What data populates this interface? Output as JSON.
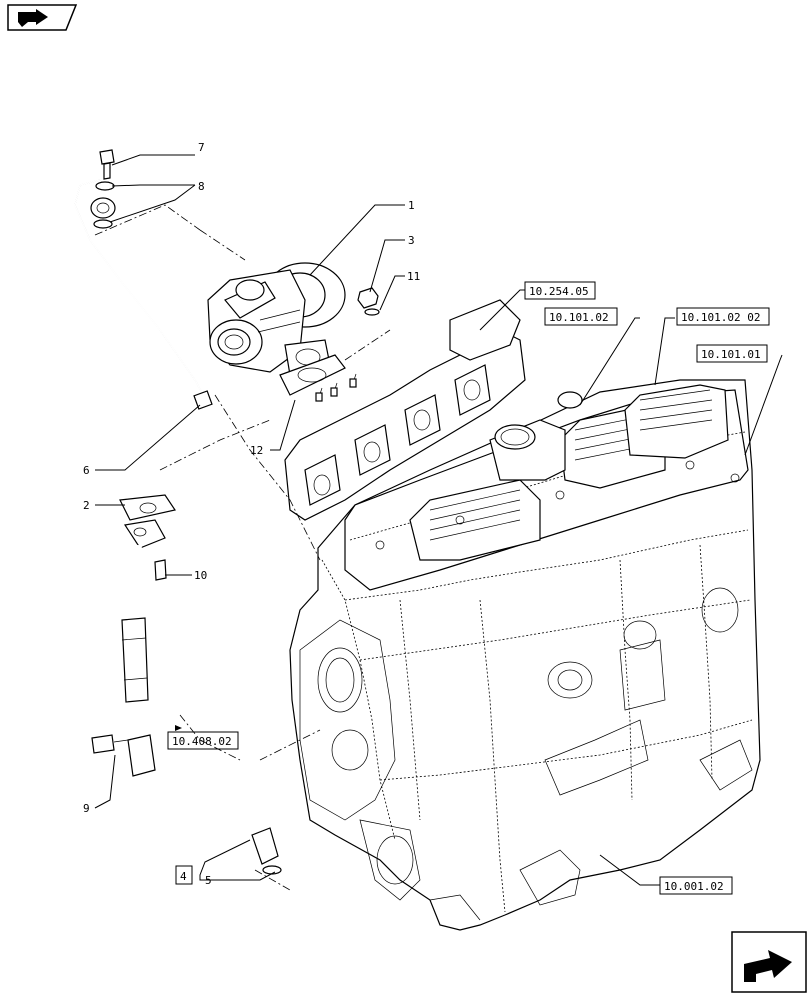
{
  "callouts": {
    "c1": "1",
    "c2": "2",
    "c3": "3",
    "c4": "4",
    "c5": "5",
    "c6": "6",
    "c7": "7",
    "c8": "8",
    "c9": "9",
    "c10": "10",
    "c11": "11",
    "c12": "12"
  },
  "references": {
    "r_254_05": "10.254.05",
    "r_101_02": "10.101.02",
    "r_101_02_02": "10.101.02 02",
    "r_101_01": "10.101.01",
    "r_408_02": "10.408.02",
    "r_001_02": "10.001.02"
  },
  "icons": {
    "top_left": "back-arrow-icon",
    "bottom_right": "next-arrow-icon"
  }
}
